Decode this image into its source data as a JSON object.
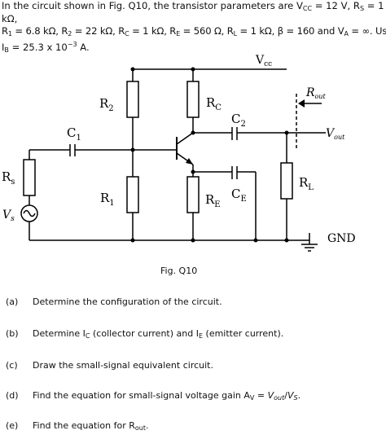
{
  "problem": {
    "line1": {
      "a": "In the circuit shown in Fig. Q10, the transistor parameters are V",
      "a_sub": "CC",
      "b": " = 12 V, R",
      "b_sub": "S",
      "c": " = 1   kΩ,"
    },
    "line2": {
      "r1": "R",
      "r1_sub": "1",
      "r1_val": " = 6.8 kΩ, R",
      "r2_sub": "2",
      "r2_val": " = 22 kΩ, R",
      "rc_sub": "C",
      "rc_val": " = 1 kΩ, R",
      "re_sub": "E",
      "re_val": " = 560 Ω, R",
      "rl_sub": "L",
      "rl_val": " = 1 kΩ, β = 160 and V",
      "va_sub": "A",
      "va_val": " = ∞. Use"
    },
    "line3": {
      "ib": "I",
      "ib_sub": "B",
      "ib_val": " = 25.3 x 10",
      "exp": "−3",
      "unit": " A."
    }
  },
  "circuit": {
    "labels": {
      "vcc_main": "V",
      "vcc_sub": "cc",
      "r2_main": "R",
      "r2_sub": "2",
      "rc_main": "R",
      "rc_sub": "C",
      "c2_main": "C",
      "c2_sub": "2",
      "c1_main": "C",
      "c1_sub": "1",
      "rs_main": "R",
      "rs_sub": "s",
      "r1_main": "R",
      "r1_sub": "1",
      "re_main": "R",
      "re_sub": "E",
      "ce_main": "C",
      "ce_sub": "E",
      "rl_main": "R",
      "rl_sub": "L",
      "vs_main": "V",
      "vs_sub": "s",
      "rout_main": "R",
      "rout_sub": "out",
      "vout_main": "V",
      "vout_sub": "out",
      "gnd": "GND"
    },
    "caption": "Fig. Q10"
  },
  "questions": [
    {
      "letter": "(a)",
      "text": "Determine the configuration of the circuit."
    },
    {
      "letter": "(b)",
      "t1": "Determine I",
      "s1": "C",
      "t2": " (collector current) and I",
      "s2": "E",
      "t3": " (emitter current)."
    },
    {
      "letter": "(c)",
      "text": "Draw the small-signal equivalent circuit."
    },
    {
      "letter": "(d)",
      "t1": "Find the equation for small-signal voltage gain A",
      "s1": "V",
      "t2": " = ",
      "v1": "V",
      "vs1": "out",
      "t3": "/",
      "v2": "V",
      "vs2": "S",
      "t4": "."
    },
    {
      "letter": "(e)",
      "t1": "Find the equation for R",
      "s1": "out",
      "t2": "."
    }
  ]
}
